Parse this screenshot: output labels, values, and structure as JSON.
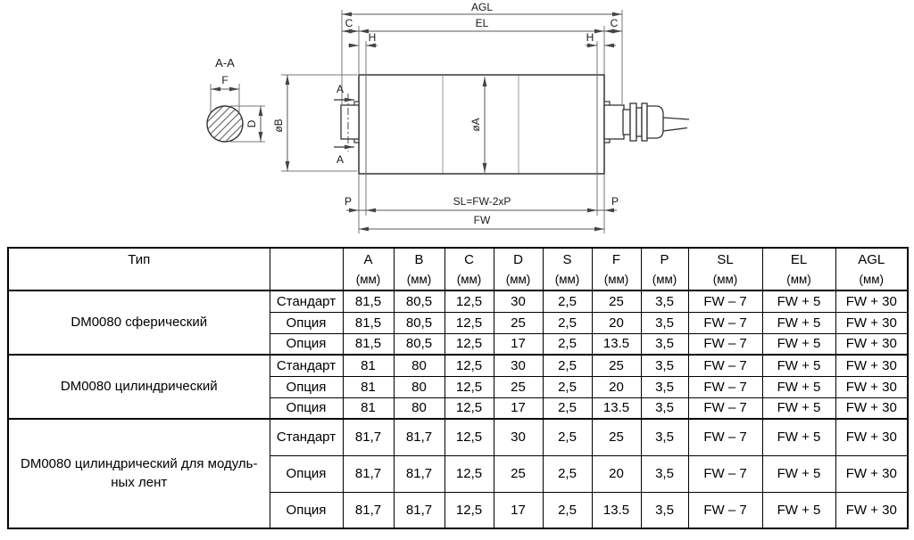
{
  "drawing": {
    "section_view": {
      "title": "A-A",
      "dim_f": "F",
      "dim_d": "D"
    },
    "labels": {
      "agl": "AGL",
      "el": "EL",
      "c": "C",
      "h": "H",
      "cut": "A",
      "dia_a": "øA",
      "dia_b": "øB",
      "p": "P",
      "sl": "SL=FW-2xP",
      "fw": "FW"
    }
  },
  "table": {
    "type_header": "Тип",
    "columns": [
      {
        "name": "A",
        "unit": "(мм)"
      },
      {
        "name": "B",
        "unit": "(мм)"
      },
      {
        "name": "C",
        "unit": "(мм)"
      },
      {
        "name": "D",
        "unit": "(мм)"
      },
      {
        "name": "S",
        "unit": "(мм)"
      },
      {
        "name": "F",
        "unit": "(мм)"
      },
      {
        "name": "P",
        "unit": "(мм)"
      },
      {
        "name": "SL",
        "unit": "(мм)"
      },
      {
        "name": "EL",
        "unit": "(мм)"
      },
      {
        "name": "AGL",
        "unit": "(мм)"
      }
    ],
    "groups": [
      {
        "type": "DM0080 сферический",
        "rows": [
          {
            "variant": "Стандарт",
            "values": [
              "81,5",
              "80,5",
              "12,5",
              "30",
              "2,5",
              "25",
              "3,5",
              "FW – 7",
              "FW + 5",
              "FW + 30"
            ]
          },
          {
            "variant": "Опция",
            "values": [
              "81,5",
              "80,5",
              "12,5",
              "25",
              "2,5",
              "20",
              "3,5",
              "FW – 7",
              "FW + 5",
              "FW + 30"
            ]
          },
          {
            "variant": "Опция",
            "values": [
              "81,5",
              "80,5",
              "12,5",
              "17",
              "2,5",
              "13.5",
              "3,5",
              "FW – 7",
              "FW + 5",
              "FW + 30"
            ]
          }
        ]
      },
      {
        "type": "DM0080 цилиндрический",
        "rows": [
          {
            "variant": "Стандарт",
            "values": [
              "81",
              "80",
              "12,5",
              "30",
              "2,5",
              "25",
              "3,5",
              "FW – 7",
              "FW + 5",
              "FW + 30"
            ]
          },
          {
            "variant": "Опция",
            "values": [
              "81",
              "80",
              "12,5",
              "25",
              "2,5",
              "20",
              "3,5",
              "FW – 7",
              "FW + 5",
              "FW + 30"
            ]
          },
          {
            "variant": "Опция",
            "values": [
              "81",
              "80",
              "12,5",
              "17",
              "2,5",
              "13.5",
              "3,5",
              "FW – 7",
              "FW + 5",
              "FW + 30"
            ]
          }
        ]
      },
      {
        "type": "DM0080 цилиндрический для модуль-\nных лент",
        "rows": [
          {
            "variant": "Стандарт",
            "values": [
              "81,7",
              "81,7",
              "12,5",
              "30",
              "2,5",
              "25",
              "3,5",
              "FW – 7",
              "FW + 5",
              "FW + 30"
            ]
          },
          {
            "variant": "Опция",
            "values": [
              "81,7",
              "81,7",
              "12,5",
              "25",
              "2,5",
              "20",
              "3,5",
              "FW – 7",
              "FW + 5",
              "FW + 30"
            ]
          },
          {
            "variant": "Опция",
            "values": [
              "81,7",
              "81,7",
              "12,5",
              "17",
              "2,5",
              "13.5",
              "3,5",
              "FW – 7",
              "FW + 5",
              "FW + 30"
            ]
          }
        ]
      }
    ]
  }
}
